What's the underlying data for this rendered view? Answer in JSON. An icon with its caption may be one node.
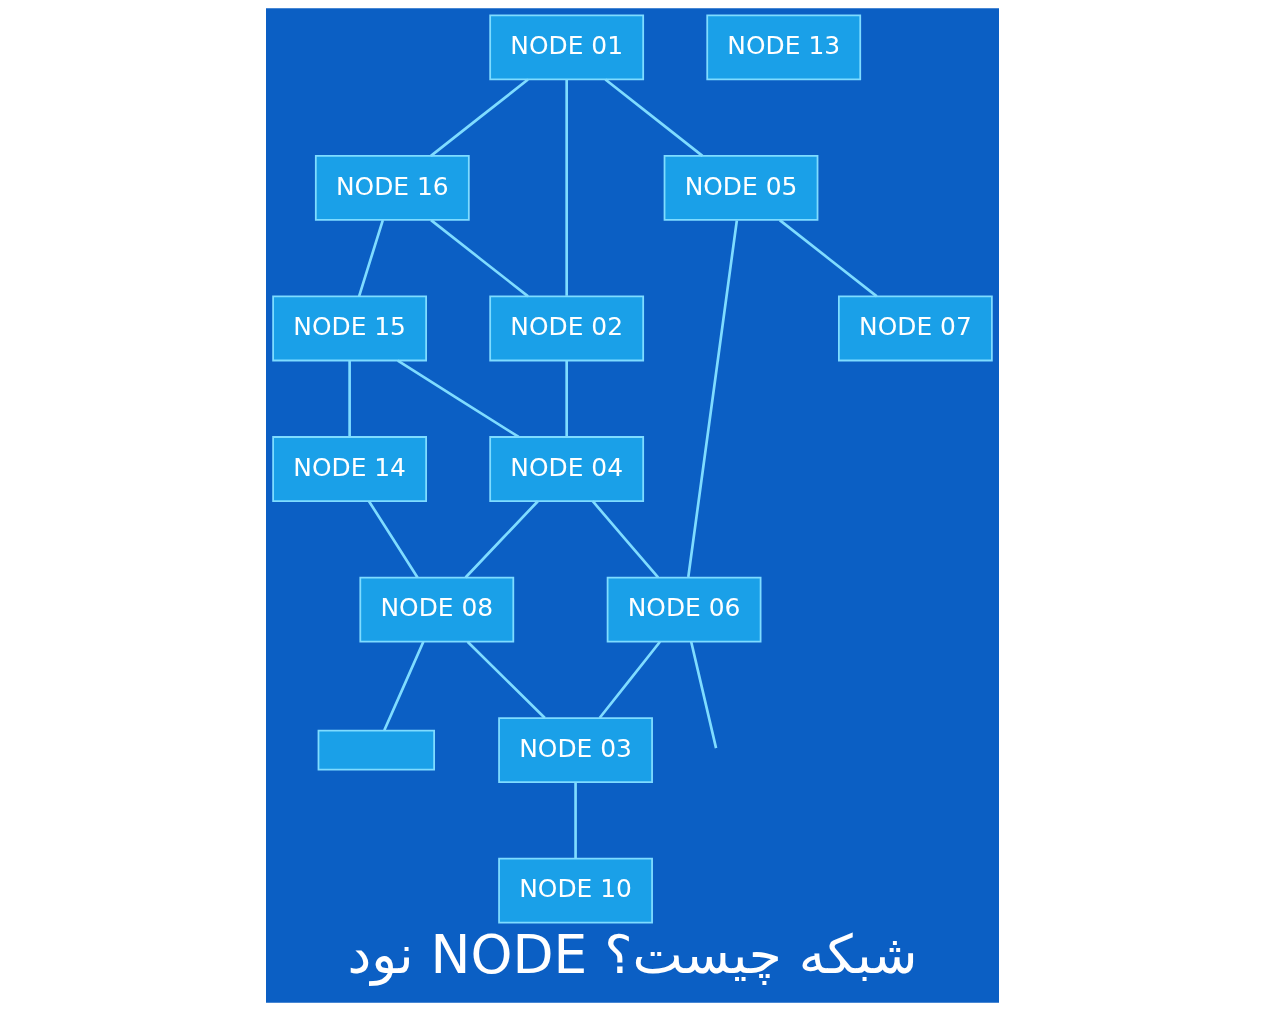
{
  "diagram": {
    "title": "نود NODE شبکه چیست؟",
    "nodes": [
      {
        "text": [
          "NODE 16"
        ]
      },
      {
        "text": [
          "NODE 01"
        ]
      },
      {
        "text": [
          "NODE 02"
        ]
      },
      {
        "text": [
          "NODE 15"
        ]
      },
      {
        "text": [
          "NODE 05"
        ]
      },
      {
        "text": [
          "NODE 04"
        ]
      },
      {
        "text": [
          "NODE 14"
        ]
      },
      {
        "text": [
          "NODE 06"
        ]
      },
      {
        "text": [
          "NODE 08"
        ]
      },
      {
        "text": [
          "NODE 13"
        ]
      },
      {
        "text": [
          "NODE 07"
        ]
      },
      {
        "text": [
          "NODE 03"
        ]
      },
      {
        "text": [],
        "shape": "box"
      },
      {
        "text": [
          "NODE 10"
        ]
      }
    ],
    "edges": [
      {
        "from": 1,
        "to": 0,
        "arrow": "none"
      },
      {
        "from": 1,
        "to": 2,
        "arrow": "none"
      },
      {
        "from": 1,
        "to": 4,
        "arrow": "none"
      },
      {
        "from": 0,
        "to": 2,
        "arrow": "none"
      },
      {
        "from": 0,
        "to": 3,
        "arrow": "none"
      },
      {
        "from": 2,
        "to": 5,
        "arrow": "none"
      },
      {
        "from": 3,
        "to": 5,
        "arrow": "none"
      },
      {
        "from": 3,
        "to": 6,
        "arrow": "none"
      },
      {
        "from": 4,
        "to": 7,
        "arrow": "none"
      },
      {
        "from": 4,
        "to": 10,
        "arrow": "none"
      },
      {
        "from": 5,
        "to": 7,
        "arrow": "none"
      },
      {
        "from": 5,
        "to": 8,
        "arrow": "none"
      },
      {
        "from": 6,
        "to": 8,
        "arrow": "none"
      },
      {
        "from": 7,
        "to": 11,
        "arrow": "none"
      },
      {
        "from": 7,
        "to": null,
        "arrow": "none"
      },
      {
        "from": 8,
        "to": 11,
        "arrow": "none"
      },
      {
        "from": 8,
        "to": 12,
        "arrow": "none"
      },
      {
        "from": 11,
        "to": 13,
        "arrow": "none"
      }
    ]
  }
}
